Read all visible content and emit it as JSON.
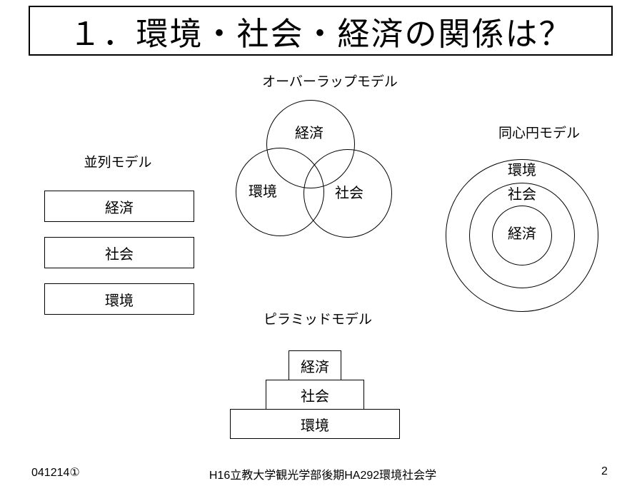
{
  "slide": {
    "title": "１．環境・社会・経済の関係は？",
    "footer_left": "041214①",
    "footer_center": "H16立教大学観光学部後期HA292環境社会学",
    "page_number": "2"
  },
  "models": {
    "overlap": {
      "title": "オーバーラップモデル",
      "circles": [
        {
          "label": "経済"
        },
        {
          "label": "環境"
        },
        {
          "label": "社会"
        }
      ]
    },
    "parallel": {
      "title": "並列モデル",
      "items": [
        {
          "label": "経済"
        },
        {
          "label": "社会"
        },
        {
          "label": "環境"
        }
      ]
    },
    "concentric": {
      "title": "同心円モデル",
      "rings": [
        {
          "label": "環境"
        },
        {
          "label": "社会"
        },
        {
          "label": "経済"
        }
      ]
    },
    "pyramid": {
      "title": "ピラミッドモデル",
      "levels": [
        {
          "label": "経済"
        },
        {
          "label": "社会"
        },
        {
          "label": "環境"
        }
      ]
    }
  }
}
